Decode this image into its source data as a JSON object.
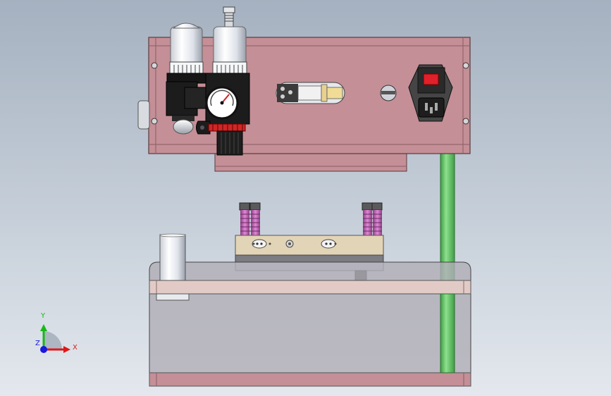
{
  "triad": {
    "x_label": "X",
    "y_label": "Y",
    "z_label": "Z",
    "x_color": "#e01818",
    "y_color": "#18b818",
    "z_color": "#1818e0"
  },
  "colors": {
    "upper_housing": "#c48f96",
    "lower_housing": "#b0aeb6",
    "guide_rod": "#5cc45c",
    "spring": "#c060b0",
    "power_switch": "#e0202a"
  }
}
